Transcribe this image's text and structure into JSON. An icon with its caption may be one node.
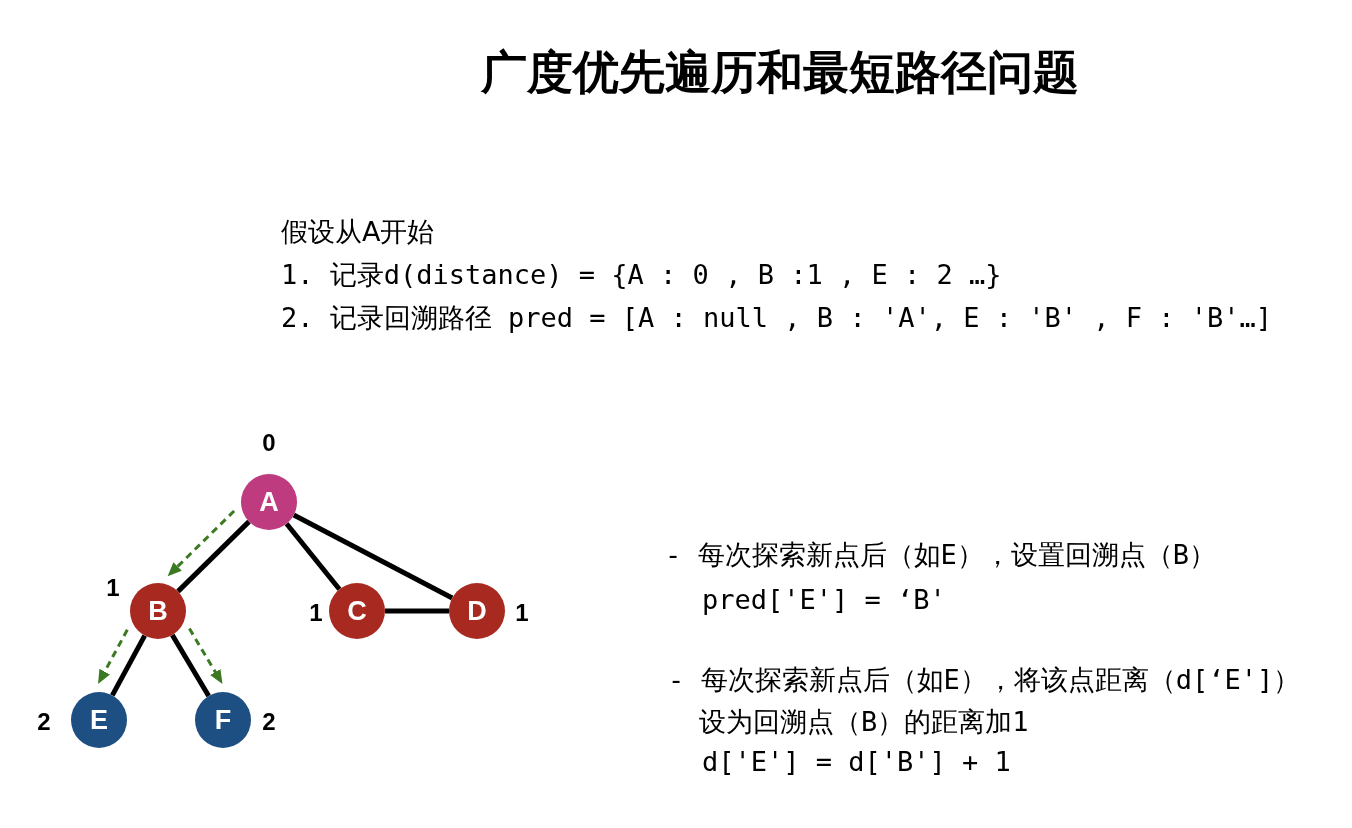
{
  "diagram": {
    "title": "广度优先遍历和最短路径问题",
    "nodes": [
      {
        "text": [
          "A"
        ],
        "beside": [
          "0"
        ]
      },
      {
        "text": [
          "B"
        ],
        "beside": [
          "1"
        ]
      },
      {
        "text": [
          "C"
        ],
        "beside": [
          "1"
        ]
      },
      {
        "text": [
          "D"
        ],
        "beside": [
          "1"
        ]
      },
      {
        "text": [
          "E"
        ],
        "beside": [
          "2"
        ]
      },
      {
        "text": [
          "F"
        ],
        "beside": [
          "2"
        ]
      }
    ],
    "edges": [
      {
        "from": 0,
        "to": 1,
        "arrow": "none"
      },
      {
        "from": 0,
        "to": 2,
        "arrow": "none"
      },
      {
        "from": 0,
        "to": 3,
        "arrow": "none"
      },
      {
        "from": 2,
        "to": 3,
        "arrow": "none"
      },
      {
        "from": 1,
        "to": 4,
        "arrow": "none"
      },
      {
        "from": 1,
        "to": 5,
        "arrow": "none"
      },
      {
        "from": 0,
        "to": 1,
        "arrow": "to",
        "style": "dashed",
        "color": "#3b7a22"
      },
      {
        "from": 1,
        "to": 4,
        "arrow": "to",
        "style": "dashed",
        "color": "#3b7a22"
      },
      {
        "from": 1,
        "to": 5,
        "arrow": "to",
        "style": "dashed",
        "color": "#3b7a22"
      }
    ],
    "labels": [
      "假设从A开始",
      "1. 记录d(distance) = {A : 0 , B :1 , E : 2 …}",
      "2. 记录回溯路径 pred = [A : null , B : 'A', E : 'B' , F : 'B'…]",
      "- 每次探索新点后（如E），设置回溯点（B）",
      "pred['E'] = ‘B'",
      "- 每次探索新点后（如E），将该点距离（d[‘E']）",
      "设为回溯点（B）的距离加1",
      "d['E'] = d['B'] + 1"
    ]
  }
}
